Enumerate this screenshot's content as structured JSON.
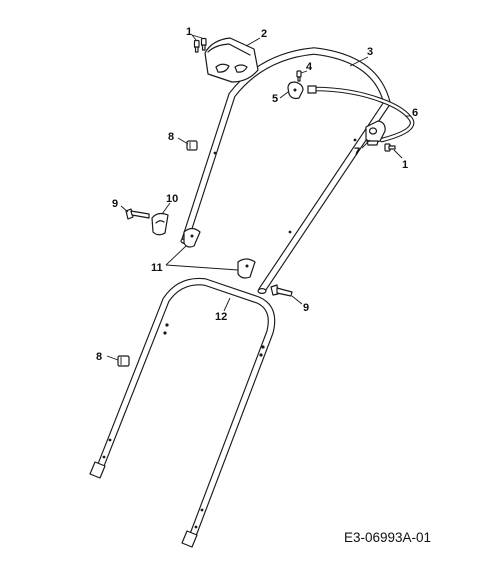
{
  "diagram": {
    "reference_code": "E3-06993A-01",
    "callouts": {
      "c1a": "1",
      "c1b": "1",
      "c2": "2",
      "c3": "3",
      "c4": "4",
      "c5": "5",
      "c6": "6",
      "c7": "7",
      "c8a": "8",
      "c8b": "8",
      "c9a": "9",
      "c9b": "9",
      "c10": "10",
      "c11": "11",
      "c12": "12"
    }
  }
}
